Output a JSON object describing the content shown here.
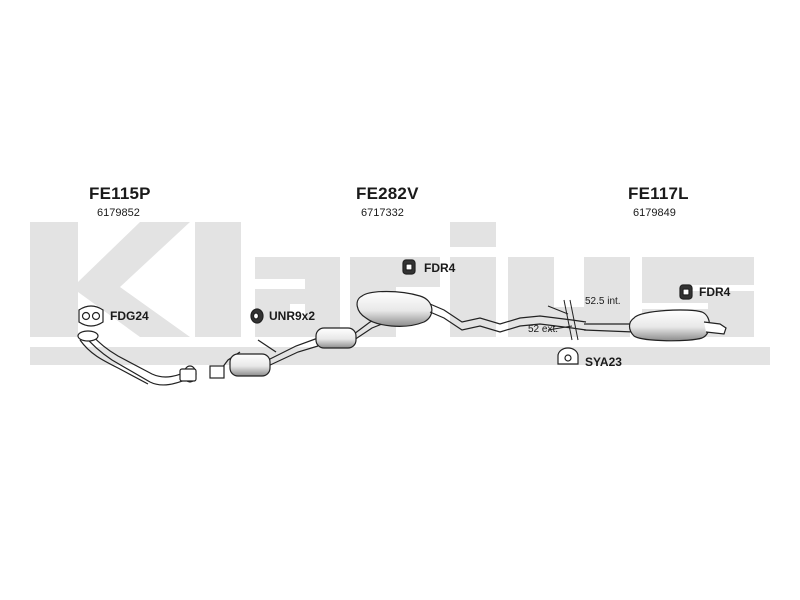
{
  "brand": {
    "watermark_text": "Klarius",
    "watermark_color": "#e3e3e3"
  },
  "parts": [
    {
      "code": "FE115P",
      "number": "6179852"
    },
    {
      "code": "FE282V",
      "number": "6717332"
    },
    {
      "code": "FE117L",
      "number": "6179849"
    }
  ],
  "accessories": {
    "flange_gasket": {
      "label": "FDG24",
      "icon": "flange-gasket-icon"
    },
    "clamp": {
      "label": "UNR9x2",
      "icon": "clamp-icon"
    },
    "rubber_mount_center": {
      "label": "FDR4",
      "icon": "rubber-mount-icon"
    },
    "rubber_mount_rear": {
      "label": "FDR4",
      "icon": "rubber-mount-icon"
    },
    "sleeve_connector": {
      "label": "SYA23",
      "icon": "sleeve-connector-icon"
    }
  },
  "dimensions": {
    "internal": "52.5 int.",
    "external": "52 ext."
  },
  "colors": {
    "line": "#222222",
    "fill": "#ffffff",
    "shade": "#9a9a9a"
  }
}
